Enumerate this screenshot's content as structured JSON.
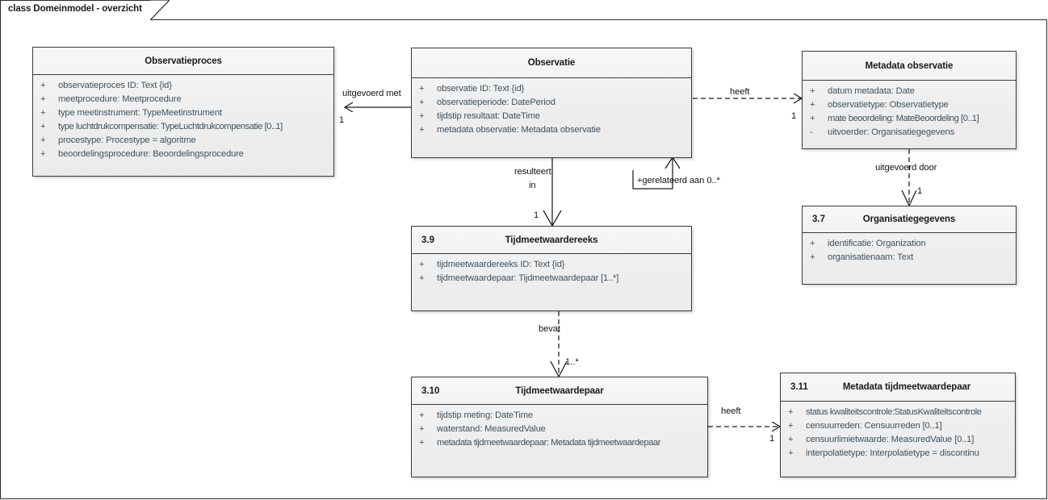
{
  "diagram": {
    "tab_label": "class Domeinmodel - overzicht",
    "kind": "uml-class-diagram"
  },
  "classes": [
    {
      "id": "observatieproces",
      "number": "",
      "title": "Observatieproces",
      "attributes": [
        {
          "visibility": "+",
          "text": "observatieproces ID: Text {id}"
        },
        {
          "visibility": "+",
          "text": "meetprocedure: Meetprocedure"
        },
        {
          "visibility": "+",
          "text": "type meetinstrument: TypeMeetinstrument"
        },
        {
          "visibility": "+",
          "text": "type luchtdrukcompensatie: TypeLuchtdrukcompensatie [0..1]"
        },
        {
          "visibility": "+",
          "text": "procestype: Procestype = algoritme"
        },
        {
          "visibility": "+",
          "text": "beoordelingsprocedure: Beoordelingsprocedure"
        }
      ]
    },
    {
      "id": "observatie",
      "number": "",
      "title": "Observatie",
      "attributes": [
        {
          "visibility": "+",
          "text": "observatie ID: Text {id}"
        },
        {
          "visibility": "+",
          "text": "observatieperiode: DatePeriod"
        },
        {
          "visibility": "+",
          "text": "tijdstip resultaat: DateTime"
        },
        {
          "visibility": "+",
          "text": "metadata observatie: Metadata observatie"
        }
      ]
    },
    {
      "id": "metadata-observatie",
      "number": "",
      "title": "Metadata observatie",
      "attributes": [
        {
          "visibility": "+",
          "text": "datum metadata: Date"
        },
        {
          "visibility": "+",
          "text": "observatietype: Observatietype"
        },
        {
          "visibility": "+",
          "text": "mate beoordeling: MateBeoordeling [0..1]"
        },
        {
          "visibility": "-",
          "text": "uitvoerder: Organisatiegegevens"
        }
      ]
    },
    {
      "id": "organisatiegegevens",
      "number": "3.7",
      "title": "Organisatiegegevens",
      "attributes": [
        {
          "visibility": "+",
          "text": "identificatie: Organization"
        },
        {
          "visibility": "+",
          "text": "organisatienaam: Text"
        }
      ]
    },
    {
      "id": "tijdmeetwaardereeks",
      "number": "3.9",
      "title": "Tijdmeetwaardereeks",
      "attributes": [
        {
          "visibility": "+",
          "text": "tijdmeetwaardereeks ID: Text {id}"
        },
        {
          "visibility": "+",
          "text": "tijdmeetwaardepaar: Tijdmeetwaardepaar [1..*]"
        }
      ]
    },
    {
      "id": "tijdmeetwaardepaar",
      "number": "3.10",
      "title": "Tijdmeetwaardepaar",
      "attributes": [
        {
          "visibility": "+",
          "text": "tijdstip meting: DateTime"
        },
        {
          "visibility": "+",
          "text": "waterstand: MeasuredValue"
        },
        {
          "visibility": "+",
          "text": "metadata tijdmeetwaardepaar: Metadata tijdmeetwaardepaar"
        }
      ]
    },
    {
      "id": "metadata-tijdmeetwaardepaar",
      "number": "3.11",
      "title": "Metadata tijdmeetwaardepaar",
      "attributes": [
        {
          "visibility": "+",
          "text": "status kwaliteitscontrole:StatusKwaliteitscontrole"
        },
        {
          "visibility": "+",
          "text": "censuurreden: Censuurreden [0..1]"
        },
        {
          "visibility": "+",
          "text": "censuurlimietwaarde: MeasuredValue [0..1]"
        },
        {
          "visibility": "+",
          "text": "interpolatietype: Interpolatietype = discontinu"
        }
      ]
    }
  ],
  "relations": [
    {
      "id": "uitgevoerd-met",
      "label": "uitgevoerd met",
      "multiplicity": "1",
      "style": "solid"
    },
    {
      "id": "heeft-observatie-metadata",
      "label": "heeft",
      "multiplicity": "1",
      "style": "dashed"
    },
    {
      "id": "gerelateerd-aan",
      "label": "+gerelateerd aan 0..*",
      "multiplicity": "",
      "style": "solid"
    },
    {
      "id": "resulteert-in",
      "label_line1": "resulteert",
      "label_line2": "in",
      "multiplicity": "1",
      "style": "solid"
    },
    {
      "id": "uitgevoerd-door",
      "label": "uitgevoerd door",
      "multiplicity": "1",
      "style": "dashed"
    },
    {
      "id": "bevat",
      "label": "bevat",
      "multiplicity": "1..*",
      "style": "dashed"
    },
    {
      "id": "heeft-paar-metadata",
      "label": "heeft",
      "multiplicity": "1",
      "style": "dashed"
    }
  ],
  "colors": {
    "class_border": "#3a3a3a",
    "class_fill_top": "#f7f7f7",
    "class_fill_bottom": "#ebebeb",
    "title_text": "#1a1a1a",
    "attribute_text": "#3e5260",
    "connector": "#1a1a1a",
    "background": "#ffffff"
  }
}
